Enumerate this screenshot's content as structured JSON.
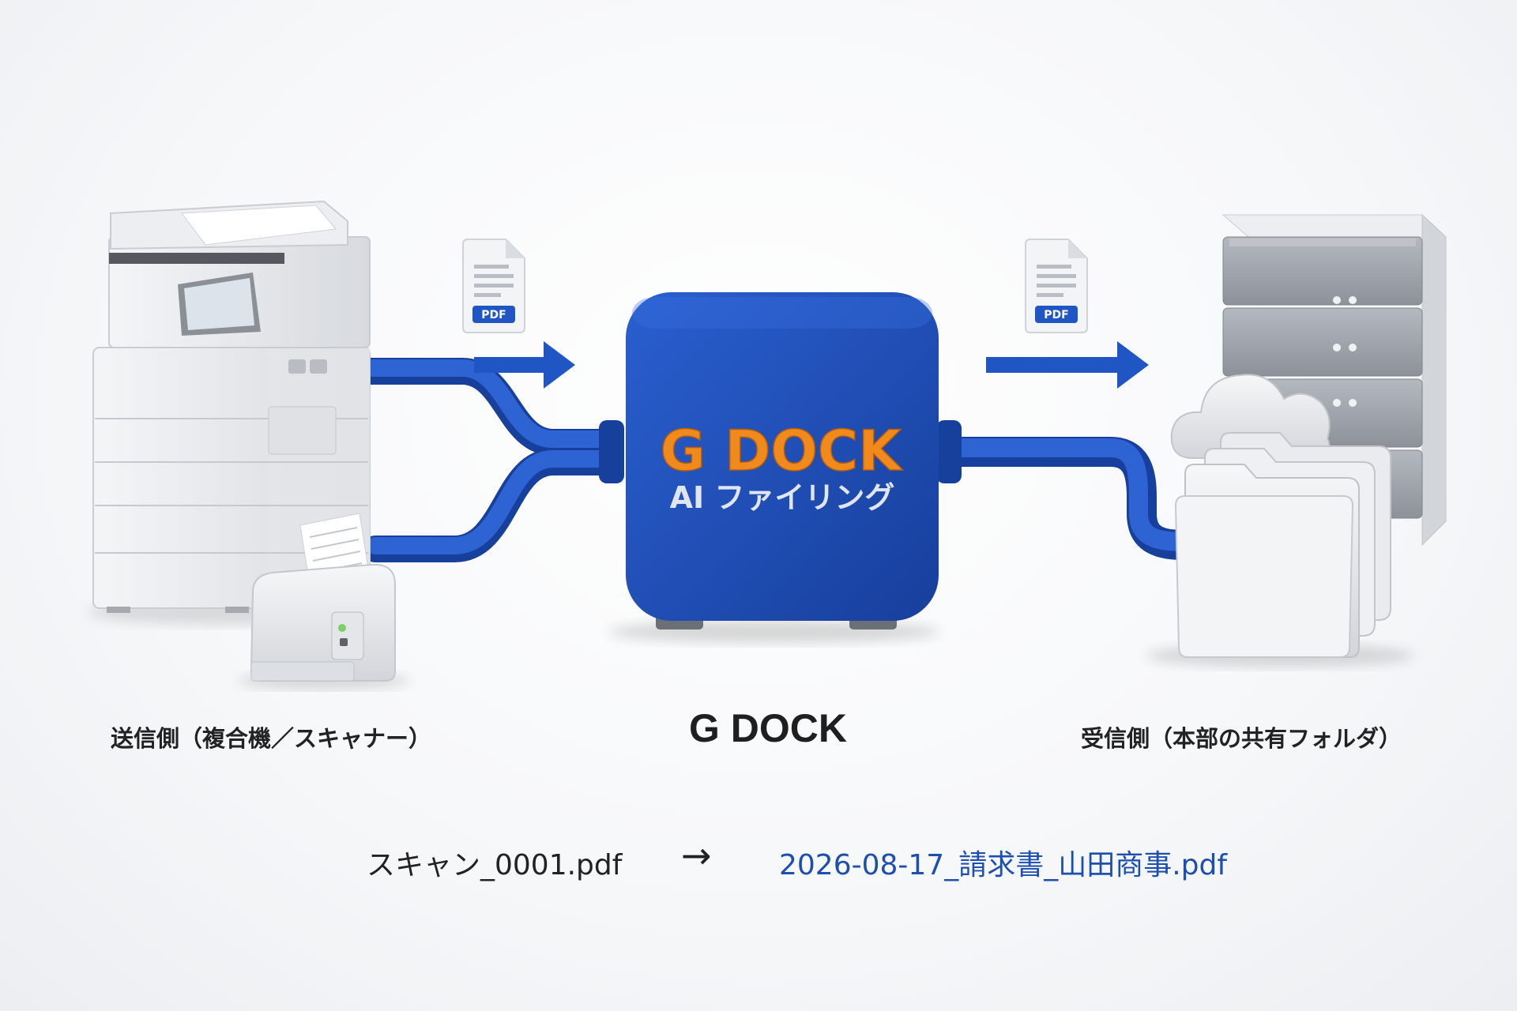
{
  "diagram": {
    "device_title": "G DOCK",
    "device_subtitle": "AI ファイリング",
    "pdf_badge_left": "PDF",
    "pdf_badge_right": "PDF",
    "sender_label": "送信側（複合機／スキャナー）",
    "center_label": "G DOCK",
    "receiver_label": "受信側（本部の共有フォルダ）",
    "filename_before": "スキャン_0001.pdf",
    "filename_arrow": "→",
    "filename_after": "2026-08-17_請求書_山田商事.pdf"
  },
  "colors": {
    "device_blue": "#1f4db3",
    "pipe_blue": "#1f4fb8",
    "arrow_blue": "#1f56c4",
    "title_orange": "#f08a1c",
    "filename_blue": "#1d4fb0"
  },
  "icons": [
    "multifunction-printer-icon",
    "document-scanner-icon",
    "pdf-document-icon",
    "server-rack-icon",
    "cloud-icon",
    "folder-icon",
    "right-arrow-icon"
  ]
}
